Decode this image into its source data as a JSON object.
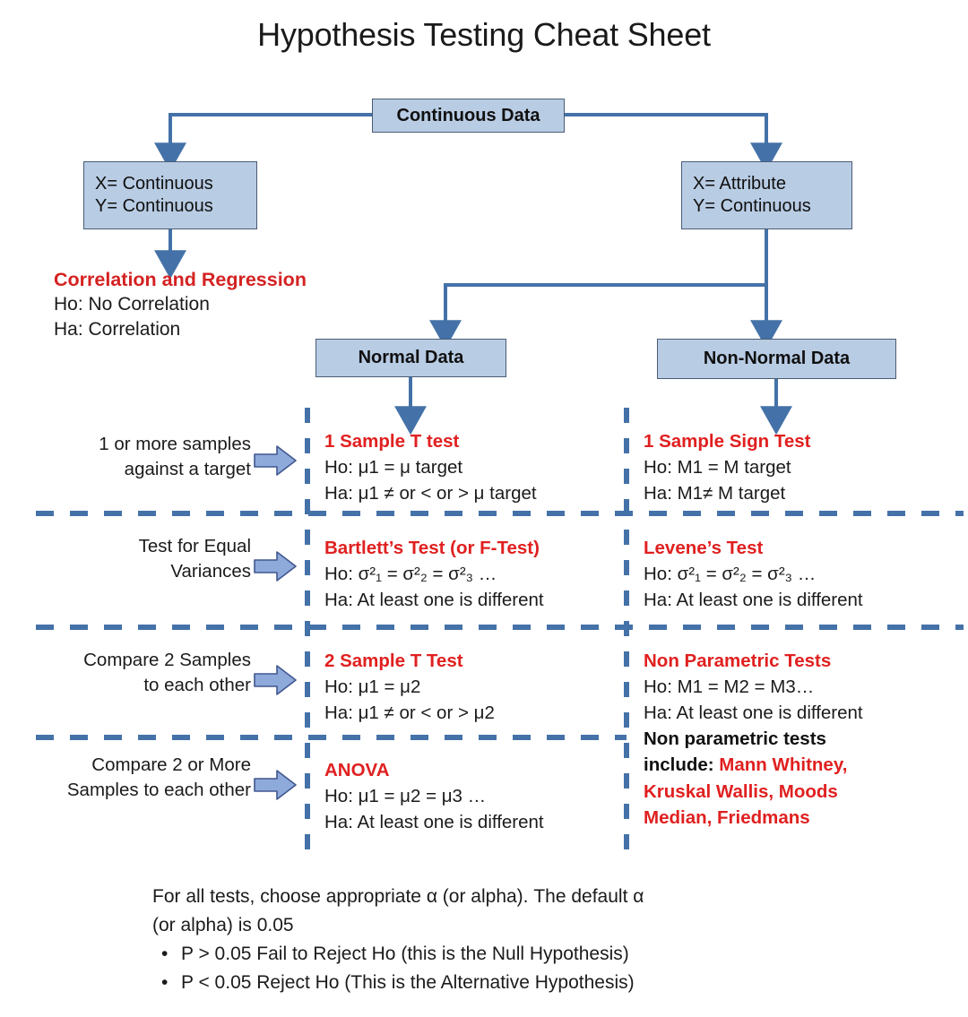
{
  "title": "Hypothesis Testing Cheat Sheet",
  "nodes": {
    "continuous_data": "Continuous Data",
    "x_continuous_l1": "X= Continuous",
    "x_continuous_l2": "Y= Continuous",
    "x_attribute_l1": "X= Attribute",
    "x_attribute_l2": "Y= Continuous",
    "normal_data": "Normal Data",
    "non_normal_data": "Non-Normal Data"
  },
  "correlation": {
    "heading": "Correlation and Regression",
    "ho": "Ho: No Correlation",
    "ha": "Ha: Correlation"
  },
  "row_labels": [
    {
      "line1": "1 or more samples",
      "line2": "against a target"
    },
    {
      "line1": "Test for Equal",
      "line2": "Variances"
    },
    {
      "line1": "Compare 2 Samples",
      "line2": "to each other"
    },
    {
      "line1": "Compare 2 or More",
      "line2": "Samples to each other"
    }
  ],
  "normal_column": [
    {
      "heading": "1 Sample T test",
      "ho": "Ho: μ1 = μ target",
      "ha": "Ha: μ1 ≠ or < or > μ target"
    },
    {
      "heading": "Bartlett’s Test (or F-Test)",
      "ho_prefix": "Ho: ",
      "ho_terms": "σ²₁ = σ²₂ = σ²₃ …",
      "ha": "Ha: At least one is different"
    },
    {
      "heading": "2 Sample T Test",
      "ho": "Ho: μ1 = μ2",
      "ha": "Ha: μ1 ≠ or < or > μ2"
    },
    {
      "heading": "ANOVA",
      "ho": "Ho: μ1 = μ2 = μ3 …",
      "ha": "Ha: At least one is different"
    }
  ],
  "non_normal_column": [
    {
      "heading": "1 Sample Sign Test",
      "ho": "Ho: M1 = M target",
      "ha": "Ha: M1≠ M target"
    },
    {
      "heading": "Levene’s Test",
      "ho_prefix": "Ho: ",
      "ho_terms": "σ²₁ = σ²₂ = σ²₃ …",
      "ha": "Ha: At least one is different"
    },
    {
      "heading": "Non Parametric Tests",
      "ho": "Ho: M1 = M2 = M3…",
      "ha": "Ha: At least one is different",
      "note_label_l1": "Non parametric tests",
      "note_label_l2": "include: ",
      "note_red_l2": "Mann Whitney,",
      "note_red_l3": "Kruskal Wallis, Moods",
      "note_red_l4": "Median, Friedmans"
    }
  ],
  "footer": {
    "line1": "For all tests, choose appropriate α (or alpha). The default α",
    "line2": "(or alpha) is 0.05",
    "bullet1": "P > 0.05 Fail to Reject Ho (this is the Null Hypothesis)",
    "bullet2": "P < 0.05 Reject Ho (This is the Alternative Hypothesis)"
  },
  "colors": {
    "box_fill": "#b8cce4",
    "box_border": "#4a5c74",
    "connector": "#4472a8",
    "heading_red": "#e02020",
    "text": "#1b1b1b"
  }
}
